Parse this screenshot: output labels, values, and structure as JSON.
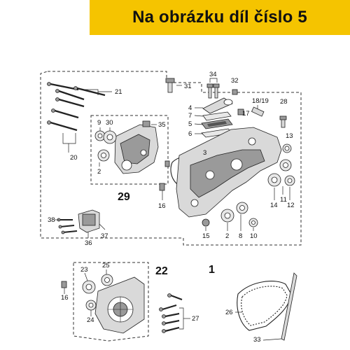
{
  "banner": {
    "title": "Na obrázku díl číslo 5",
    "color": "#f5c400"
  },
  "labels": {
    "p1": "1",
    "p2a": "2",
    "p2b": "2",
    "p3": "3",
    "p4": "4",
    "p5": "5",
    "p6": "6",
    "p7": "7",
    "p8": "8",
    "p9": "9",
    "p10": "10",
    "p11": "11",
    "p12": "12",
    "p13": "13",
    "p14": "14",
    "p15": "15",
    "p16a": "16",
    "p16b": "16",
    "p17": "17",
    "p18_19": "18/19",
    "p20": "20",
    "p21": "21",
    "p22": "22",
    "p23": "23",
    "p24": "24",
    "p25": "25",
    "p26": "26",
    "p27": "27",
    "p28": "28",
    "p29": "29",
    "p30": "30",
    "p31": "31",
    "p32": "32",
    "p33": "33",
    "p34": "34",
    "p35": "35",
    "p36": "36",
    "p37": "37",
    "p38": "38"
  }
}
